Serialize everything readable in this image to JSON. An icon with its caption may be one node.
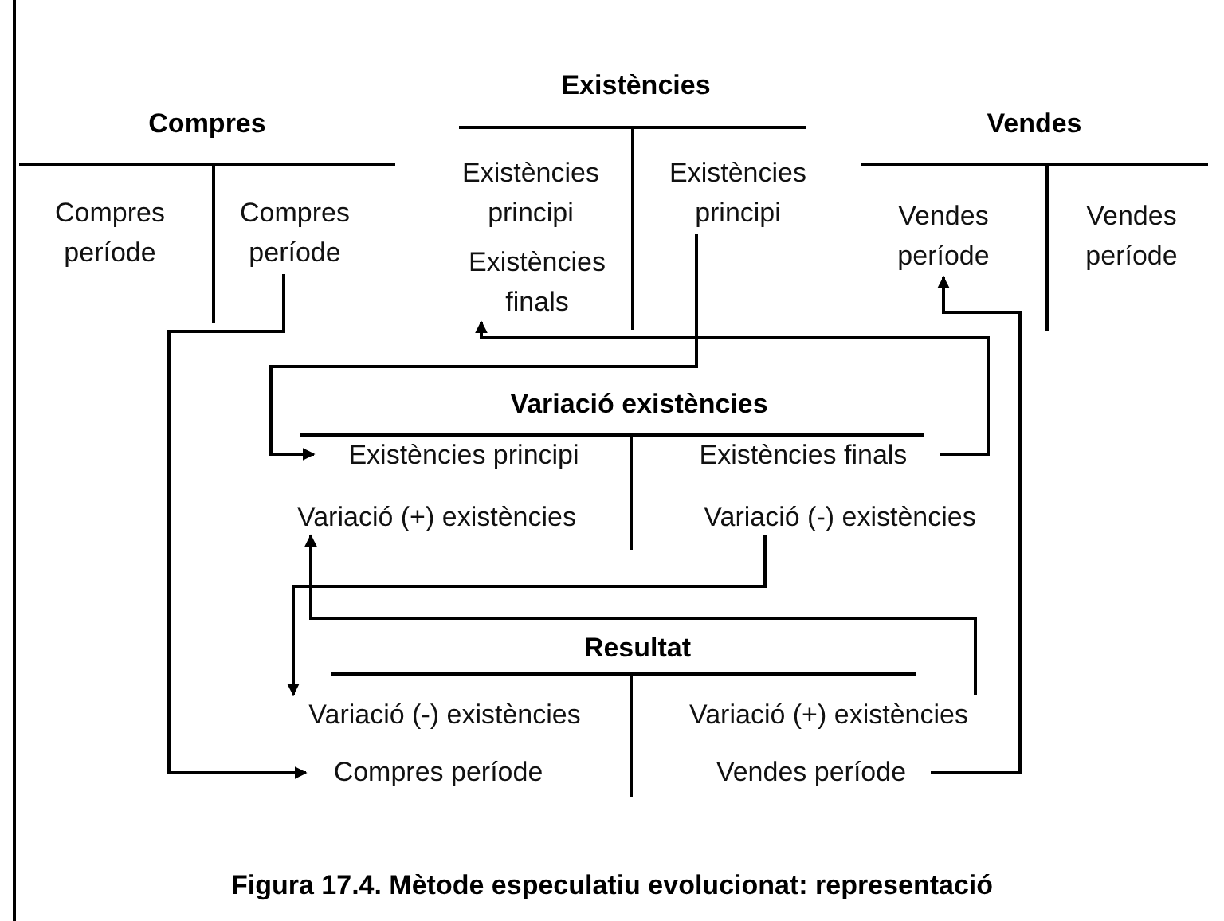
{
  "diagram": {
    "caption": "Figura 17.4. Mètode especulatiu evolucionat: representació",
    "nodes": [
      {
        "text": [
          "Compres"
        ]
      },
      {
        "text": [
          "Compres període"
        ],
        "in": 0
      },
      {
        "text": [
          "Compres període"
        ],
        "in": 0
      },
      {
        "text": [
          "Existències"
        ]
      },
      {
        "text": [
          "Existències principi"
        ],
        "in": 3
      },
      {
        "text": [
          "Existències finals"
        ],
        "in": 3
      },
      {
        "text": [
          "Existències principi"
        ],
        "in": 3
      },
      {
        "text": [
          "Vendes"
        ]
      },
      {
        "text": [
          "Vendes període"
        ],
        "in": 7
      },
      {
        "text": [
          "Vendes període"
        ],
        "in": 7
      },
      {
        "text": [
          "Variació existències"
        ]
      },
      {
        "text": [
          "Existències principi"
        ],
        "in": 10
      },
      {
        "text": [
          "Variació (+) existències"
        ],
        "in": 10
      },
      {
        "text": [
          "Existències finals"
        ],
        "in": 10
      },
      {
        "text": [
          "Variació (-) existències"
        ],
        "in": 10
      },
      {
        "text": [
          "Resultat"
        ]
      },
      {
        "text": [
          "Variació (-) existències"
        ],
        "in": 15
      },
      {
        "text": [
          "Compres període"
        ],
        "in": 15
      },
      {
        "text": [
          "Variació (+) existències"
        ],
        "in": 15
      },
      {
        "text": [
          "Vendes període"
        ],
        "in": 15
      }
    ],
    "edges": [
      {
        "from": 2,
        "to": 17,
        "arrow": "to"
      },
      {
        "from": 6,
        "to": 11,
        "arrow": "to"
      },
      {
        "from": 13,
        "to": 5,
        "arrow": "to"
      },
      {
        "from": 19,
        "to": 8,
        "arrow": "to"
      },
      {
        "from": 14,
        "to": 16,
        "arrow": "to"
      },
      {
        "from": 18,
        "to": 12,
        "arrow": "to"
      }
    ]
  }
}
